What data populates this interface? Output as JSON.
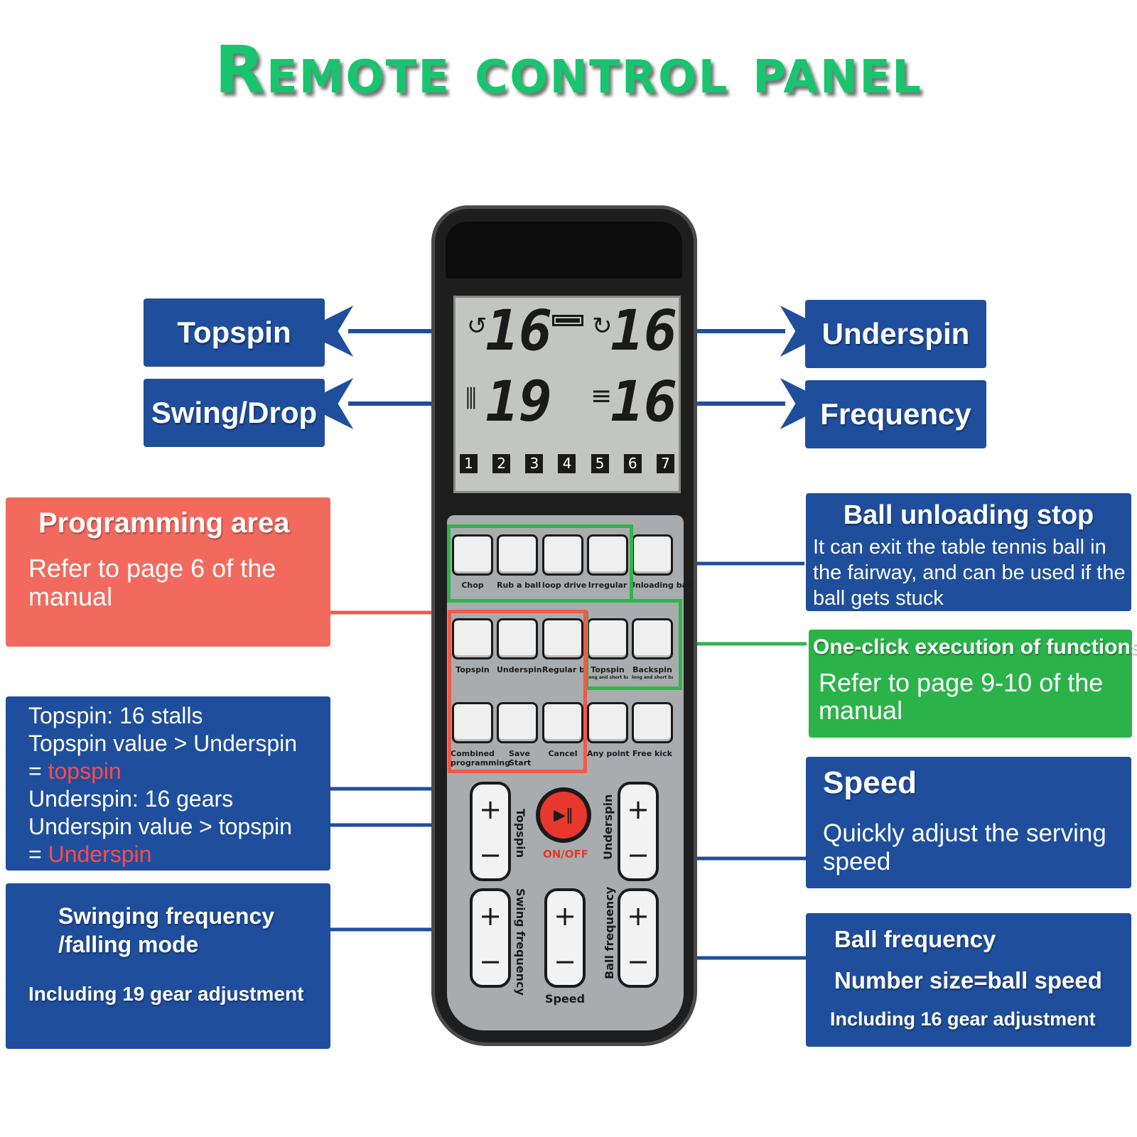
{
  "title": "Remote control panel",
  "colors": {
    "title": "#19c46e",
    "callout_blue": "#1f4e9c",
    "callout_red": "#f26a5e",
    "callout_green": "#2bb34a",
    "highlight_red": "#ff4a4a",
    "leader_blue": "#1f4e9c",
    "remote_body": "#1e1e1e"
  },
  "callouts": {
    "topspin": "Topspin",
    "swing_drop": "Swing/Drop",
    "underspin": "Underspin",
    "frequency": "Frequency",
    "programming": {
      "title": "Programming area",
      "body": "Refer to page 6 of the manual"
    },
    "ball_unloading": {
      "title": "Ball unloading stop",
      "body": "It can exit the table tennis ball in the fairway, and can be used if the ball gets stuck"
    },
    "one_click": {
      "title": "One-click execution of functions",
      "body": "Refer to page 9-10 of the manual"
    },
    "spin_info": {
      "l1": "Topspin: 16 stalls",
      "l2": "Topspin value > Underspin",
      "l3_prefix": "= ",
      "l3_red": "topspin",
      "l4": "Underspin: 16 gears",
      "l5": "Underspin value > topspin",
      "l6_prefix": "= ",
      "l6_red": "Underspin"
    },
    "speed": {
      "title": "Speed",
      "body": "Quickly adjust the serving speed"
    },
    "swinging": {
      "title_1": "Swinging frequency",
      "title_2": "/falling mode",
      "body": "Including 19 gear adjustment"
    },
    "ball_frequency": {
      "title": "Ball frequency",
      "line2": "Number size=ball speed",
      "line3": "Including 16 gear adjustment"
    }
  },
  "lcd": {
    "topspin_value": "16",
    "underspin_value": "16",
    "swing_value": "19",
    "frequency_value": "16",
    "slots": [
      "1",
      "2",
      "3",
      "4",
      "5",
      "6",
      "7"
    ]
  },
  "remote": {
    "row1": [
      "Chop",
      "Rub a ball",
      "loop drive",
      "Irregular",
      "Unloading ball"
    ],
    "row2": [
      "Topspin",
      "Underspin",
      "Regular ba",
      "Topspin",
      "Backspin"
    ],
    "row2_sub": [
      "",
      "",
      "",
      "long and short ball",
      "long and short ball"
    ],
    "row3": [
      "Combined programming",
      "Save Start",
      "Cancel",
      "Any point",
      "Free kick"
    ],
    "rockers": {
      "topspin": "Topspin",
      "underspin": "Underspin",
      "swing": "Swing frequency",
      "speed": "Speed",
      "ball_freq": "Ball frequency"
    },
    "power_label": "ON/OFF",
    "plus": "+",
    "minus": "−"
  }
}
